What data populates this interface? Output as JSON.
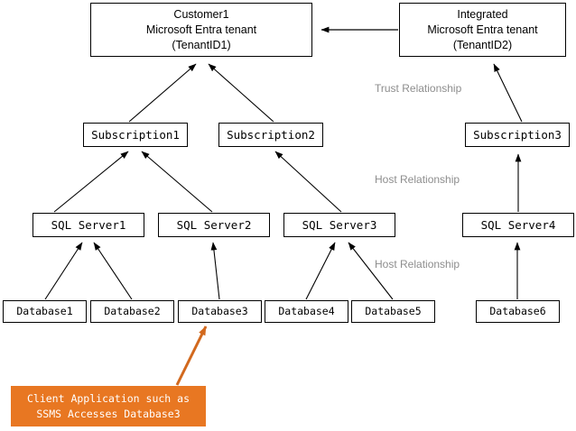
{
  "diagram": {
    "title_nodes": {
      "customer_tenant": {
        "lines": [
          "Customer1",
          "Microsoft Entra tenant",
          "(TenantID1)"
        ]
      },
      "integrated_tenant": {
        "lines": [
          "Integrated",
          "Microsoft Entra tenant",
          "(TenantID2)"
        ]
      }
    },
    "subscriptions": [
      {
        "label": "Subscription1"
      },
      {
        "label": "Subscription2"
      },
      {
        "label": "Subscription3"
      }
    ],
    "servers": [
      {
        "label": "SQL Server1"
      },
      {
        "label": "SQL Server2"
      },
      {
        "label": "SQL Server3"
      },
      {
        "label": "SQL Server4"
      }
    ],
    "databases": [
      {
        "label": "Database1"
      },
      {
        "label": "Database2"
      },
      {
        "label": "Database3"
      },
      {
        "label": "Database4"
      },
      {
        "label": "Database5"
      },
      {
        "label": "Database6"
      }
    ],
    "edge_labels": {
      "trust": "Trust Relationship",
      "host_upper": "Host Relationship",
      "host_lower": "Host Relationship"
    },
    "callout": {
      "lines": [
        "Client  Application  such as",
        "SSMS  Accesses Database3"
      ],
      "color": "#E87722"
    },
    "colors": {
      "stroke": "#000000",
      "label_gray": "#8d8d8d",
      "accent_orange": "#E87722",
      "background": "#ffffff"
    }
  }
}
